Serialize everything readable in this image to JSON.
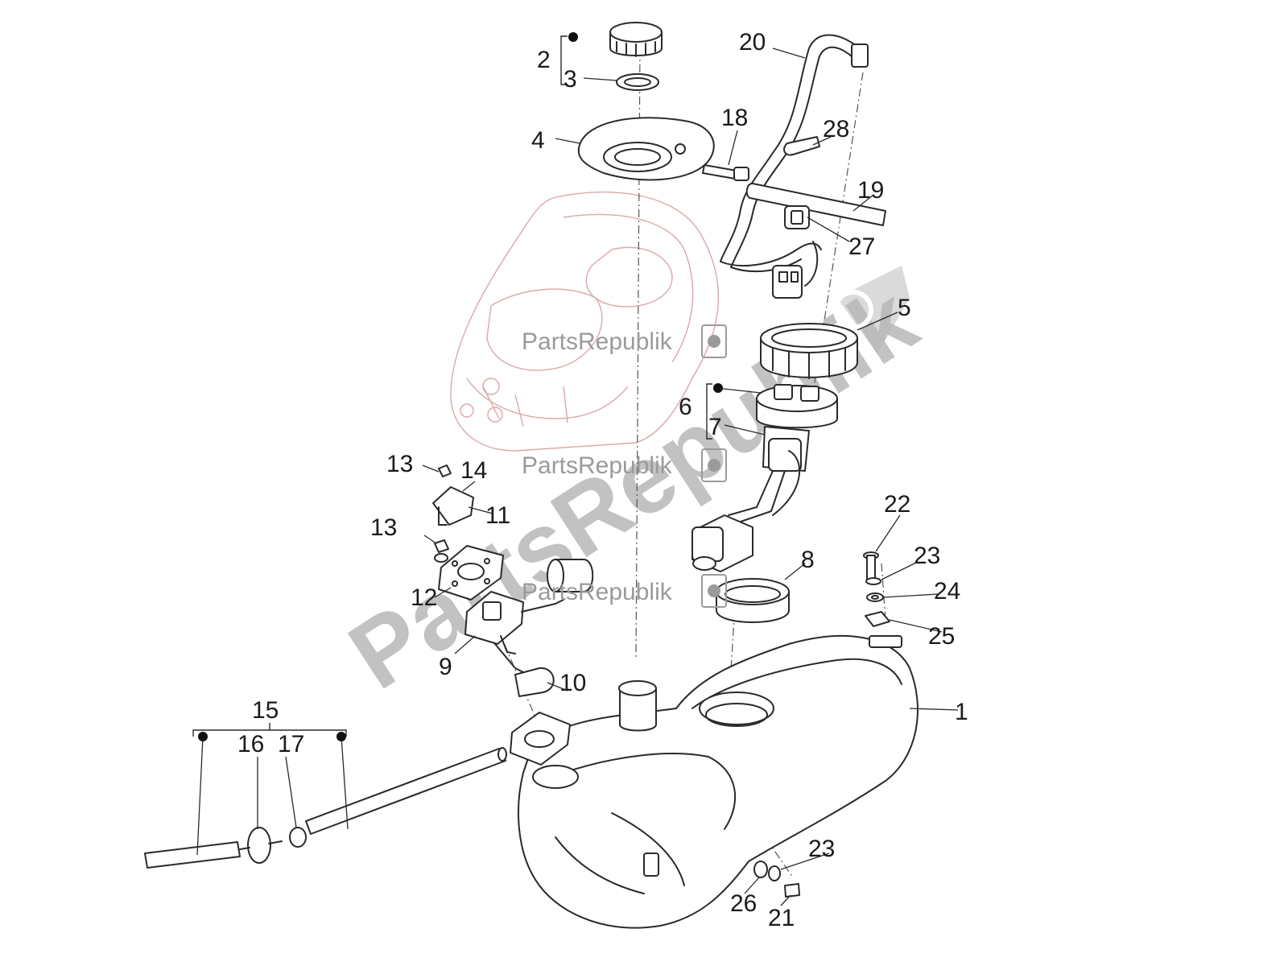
{
  "callouts": {
    "n1": "1",
    "n2": "2",
    "n3": "3",
    "n4": "4",
    "n5": "5",
    "n6": "6",
    "n7": "7",
    "n8": "8",
    "n9": "9",
    "n10": "10",
    "n11": "11",
    "n12": "12",
    "n13a": "13",
    "n13b": "13",
    "n14": "14",
    "n15": "15",
    "n16": "16",
    "n17": "17",
    "n18": "18",
    "n19": "19",
    "n20": "20",
    "n21": "21",
    "n22": "22",
    "n23a": "23",
    "n23b": "23",
    "n24": "24",
    "n25": "25",
    "n26": "26",
    "n27": "27",
    "n28": "28"
  },
  "watermark": {
    "brand": "PartsRepublik",
    "diagonal": "PartsRepublik"
  },
  "colors": {
    "line": "#2a2a2a",
    "ghost_frame": "#d9a8a8",
    "watermark": "#9a9a9a"
  }
}
